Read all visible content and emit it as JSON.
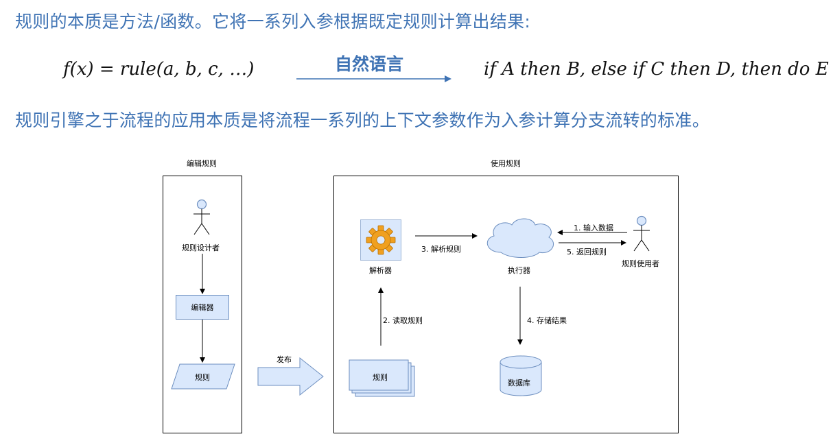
{
  "text": {
    "line1": "规则的本质是方法/函数。它将一系列入参根据既定规则计算出结果:",
    "formula_left": "f(x) = rule(a, b, c, …)",
    "arrow_label": "自然语言",
    "formula_right": "if  A then B, else if  C then D, then do E",
    "line3": "规则引擎之于流程的应用本质是将流程一系列的上下文参数作为入参计算分支流转的标准。"
  },
  "diagram": {
    "edit_panel": {
      "title": "编辑规则",
      "actor": "规则设计者",
      "editor": "编辑器",
      "rule": "规则"
    },
    "publish_label": "发布",
    "use_panel": {
      "title": "使用规则",
      "parser": "解析器",
      "executor": "执行器",
      "user": "规则使用者",
      "rules": "规则",
      "database": "数据库",
      "step1": "1. 输入数据",
      "step2": "2. 读取规则",
      "step3": "3. 解析规则",
      "step4": "4. 存储结果",
      "step5": "5. 返回规则"
    }
  },
  "colors": {
    "heading_blue": "#3f73b4",
    "shape_fill": "#dae8fc",
    "shape_stroke": "#6c8ebf"
  }
}
